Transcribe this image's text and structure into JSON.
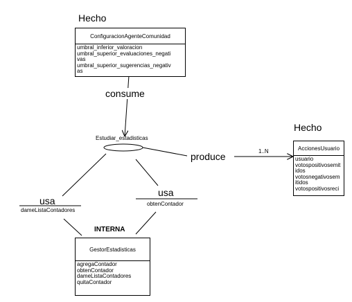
{
  "fact_label_1": "Hecho",
  "fact_label_2": "Hecho",
  "config_box": {
    "title": "ConfiguracionAgenteComunidad",
    "attrs": [
      "umbral_inferior_valoracion",
      "umbral_superior_evaluaciones_negati",
      "vas",
      "umbral_superior_sugerencias_negativ",
      "as"
    ]
  },
  "acciones_box": {
    "title": "AccionesUsuario",
    "attrs": [
      "usuario",
      "votospositivosemit",
      "idos",
      "votosnegativosem",
      "itidos",
      "votospositivosreci"
    ]
  },
  "gestor_box": {
    "title": "GestorEstadisticas",
    "attrs": [
      "agregaContador",
      "obtenContador",
      "dameListaContadores",
      "quitaContador"
    ]
  },
  "action_label": "Estudiar_estadisticas",
  "consume_label": "consume",
  "produce_label": "produce",
  "multiplicity": "1..N",
  "usa_left": {
    "label": "usa",
    "sub": "dameListaContadores"
  },
  "usa_right": {
    "label": "usa",
    "sub": "obtenContador"
  },
  "interna_label": "INTERNA"
}
